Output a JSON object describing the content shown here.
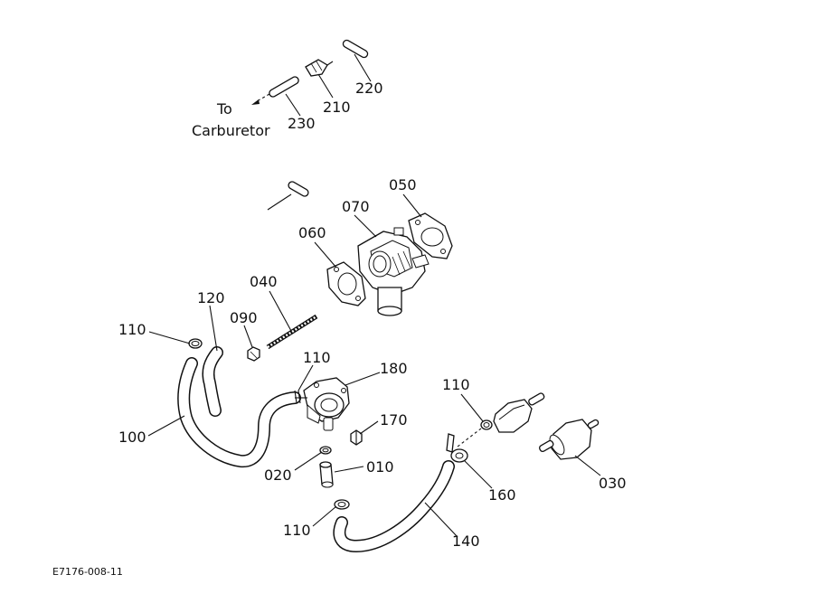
{
  "callouts": {
    "p220": "220",
    "p210": "210",
    "p230": "230",
    "to_carb_line1": "To",
    "to_carb_line2": "Carburetor",
    "p050": "050",
    "p070": "070",
    "p060": "060",
    "p040": "040",
    "p120": "120",
    "p090": "090",
    "p110a": "110",
    "p110b": "110",
    "p180": "180",
    "p110c": "110",
    "p170": "170",
    "p100": "100",
    "p020": "020",
    "p010": "010",
    "p160": "160",
    "p030": "030",
    "p110d": "110",
    "p140": "140"
  },
  "footer": {
    "figure_code": "E7176-008-11"
  }
}
